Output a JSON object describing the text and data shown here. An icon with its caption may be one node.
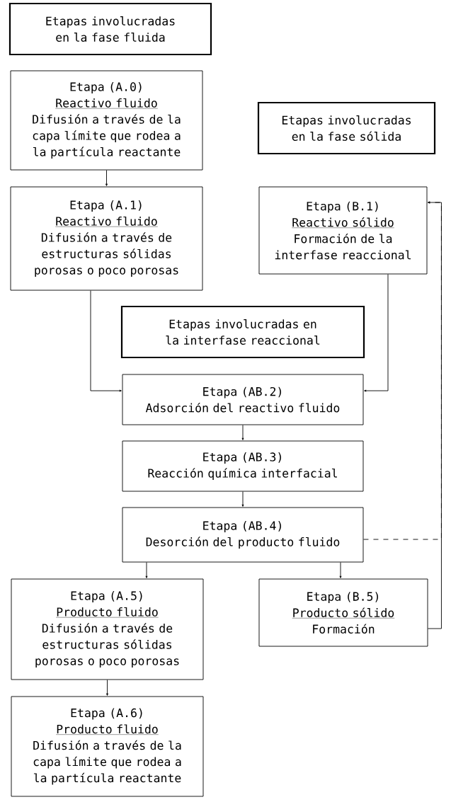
{
  "diagram": {
    "nodes": [
      {
        "text": [
          "Etapas involucradas en la fase fluida"
        ]
      },
      {
        "text": [
          "Etapa (A.0)",
          "Reactivo fluido",
          "Difusión a través de la capa límite que rodea a la partícula reactante"
        ]
      },
      {
        "text": [
          "Etapas involucradas en la fase sólida"
        ]
      },
      {
        "text": [
          "Etapa (A.1)",
          "Reactivo fluido",
          "Difusión a través de estructuras sólidas porosas o poco porosas"
        ]
      },
      {
        "text": [
          "Etapa (B.1)",
          "Reactivo sólido",
          "Formación de la interfase reaccional"
        ]
      },
      {
        "text": [
          "Etapas involucradas en la interfase reaccional"
        ]
      },
      {
        "text": [
          "Etapa (AB.2)",
          "Adsorción del reactivo fluido"
        ]
      },
      {
        "text": [
          "Etapa (AB.3)",
          "Reacción química interfacial"
        ]
      },
      {
        "text": [
          "Etapa (AB.4)",
          "Desorción del producto fluido"
        ]
      },
      {
        "text": [
          "Etapa (A.5)",
          "Producto fluido",
          "Difusión a través de estructuras sólidas porosas o poco porosas"
        ]
      },
      {
        "text": [
          "Etapa (B.5)",
          "Producto sólido",
          "Formación"
        ]
      },
      {
        "text": [
          "Etapa (A.6)",
          "Producto fluido",
          "Difusión a través de la capa límite que rodea a la partícula reactante"
        ]
      }
    ],
    "edges": [
      {
        "from": 1,
        "to": 3,
        "arrow": "to"
      },
      {
        "from": 3,
        "to": 6,
        "arrow": "to"
      },
      {
        "from": 4,
        "to": 6,
        "arrow": "to"
      },
      {
        "from": 6,
        "to": 7,
        "arrow": "to"
      },
      {
        "from": 7,
        "to": 8,
        "arrow": "to"
      },
      {
        "from": 8,
        "to": 9,
        "arrow": "to"
      },
      {
        "from": 8,
        "to": 10,
        "arrow": "to"
      },
      {
        "from": 8,
        "to": 4,
        "arrow": "to",
        "style": "dashed"
      },
      {
        "from": 10,
        "to": 4,
        "arrow": "to"
      },
      {
        "from": 9,
        "to": 11,
        "arrow": "to"
      }
    ]
  }
}
